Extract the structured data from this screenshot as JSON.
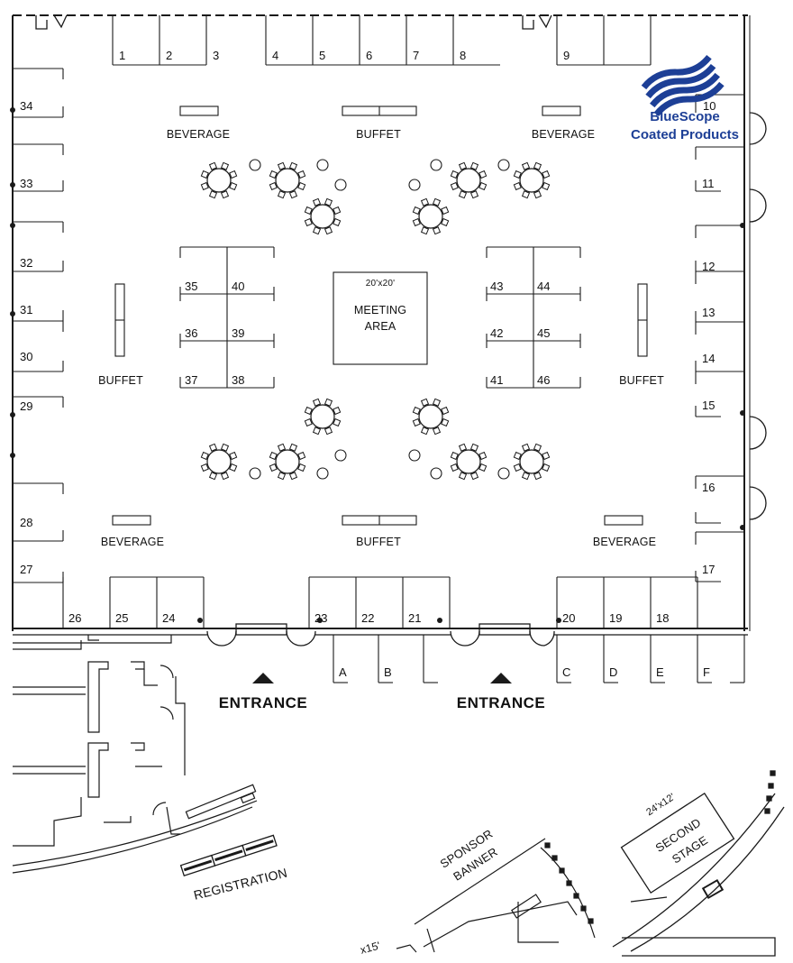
{
  "colors": {
    "line": "#1a1a1a",
    "background": "#ffffff",
    "logo_blue": "#1d3f96"
  },
  "logo": {
    "line1": "BlueScope",
    "line2": "Coated Products",
    "icon": "bluescope-wave-icon"
  },
  "booths": {
    "top": [
      "1",
      "2",
      "3",
      "4",
      "5",
      "6",
      "7",
      "8",
      "9",
      "10"
    ],
    "left": [
      "34",
      "33",
      "32",
      "31",
      "30",
      "29",
      "28",
      "27"
    ],
    "right": [
      "11",
      "12",
      "13",
      "14",
      "15",
      "16",
      "17"
    ],
    "bottom": [
      "26",
      "25",
      "24",
      "23",
      "22",
      "21",
      "20",
      "19",
      "18"
    ],
    "center_left": [
      "35",
      "40",
      "36",
      "39",
      "37",
      "38"
    ],
    "center_right": [
      "43",
      "44",
      "42",
      "45",
      "41",
      "46"
    ],
    "outside": [
      "A",
      "B",
      "C",
      "D",
      "E",
      "F"
    ]
  },
  "areas": {
    "beverage": "BEVERAGE",
    "buffet": "BUFFET",
    "meeting_size": "20'x20'",
    "meeting_line1": "MEETING",
    "meeting_line2": "AREA",
    "entrance": "ENTRANCE",
    "registration": "REGISTRATION",
    "sponsor_line1": "SPONSOR",
    "sponsor_line2": "BANNER",
    "stage_size": "24'x12'",
    "stage_line1": "SECOND",
    "stage_line2": "STAGE",
    "partial_size": "x15'"
  }
}
